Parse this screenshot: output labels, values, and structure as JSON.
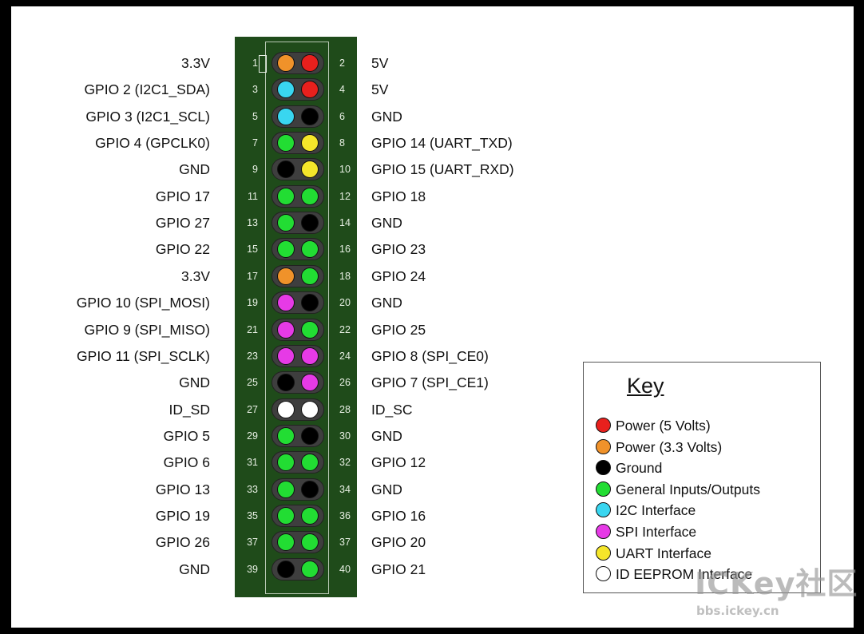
{
  "pins": [
    {
      "l_label": "3.3V",
      "l_num": "1",
      "l_color": "#f0922a",
      "r_num": "2",
      "r_color": "#e8201d",
      "r_label": "5V"
    },
    {
      "l_label": "GPIO 2 (I2C1_SDA)",
      "l_num": "3",
      "l_color": "#39d6f0",
      "r_num": "4",
      "r_color": "#e8201d",
      "r_label": "5V"
    },
    {
      "l_label": "GPIO 3 (I2C1_SCL)",
      "l_num": "5",
      "l_color": "#39d6f0",
      "r_num": "6",
      "r_color": "#000000",
      "r_label": "GND"
    },
    {
      "l_label": "GPIO 4 (GPCLK0)",
      "l_num": "7",
      "l_color": "#22dd33",
      "r_num": "8",
      "r_color": "#f5e62a",
      "r_label": "GPIO 14 (UART_TXD)"
    },
    {
      "l_label": "GND",
      "l_num": "9",
      "l_color": "#000000",
      "r_num": "10",
      "r_color": "#f5e62a",
      "r_label": "GPIO 15 (UART_RXD)"
    },
    {
      "l_label": "GPIO 17",
      "l_num": "11",
      "l_color": "#22dd33",
      "r_num": "12",
      "r_color": "#22dd33",
      "r_label": "GPIO 18"
    },
    {
      "l_label": "GPIO 27",
      "l_num": "13",
      "l_color": "#22dd33",
      "r_num": "14",
      "r_color": "#000000",
      "r_label": "GND"
    },
    {
      "l_label": "GPIO 22",
      "l_num": "15",
      "l_color": "#22dd33",
      "r_num": "16",
      "r_color": "#22dd33",
      "r_label": "GPIO 23"
    },
    {
      "l_label": "3.3V",
      "l_num": "17",
      "l_color": "#f0922a",
      "r_num": "18",
      "r_color": "#22dd33",
      "r_label": "GPIO 24"
    },
    {
      "l_label": "GPIO 10 (SPI_MOSI)",
      "l_num": "19",
      "l_color": "#e63ae6",
      "r_num": "20",
      "r_color": "#000000",
      "r_label": "GND"
    },
    {
      "l_label": "GPIO 9 (SPI_MISO)",
      "l_num": "21",
      "l_color": "#e63ae6",
      "r_num": "22",
      "r_color": "#22dd33",
      "r_label": "GPIO 25"
    },
    {
      "l_label": "GPIO 11 (SPI_SCLK)",
      "l_num": "23",
      "l_color": "#e63ae6",
      "r_num": "24",
      "r_color": "#e63ae6",
      "r_label": "GPIO 8 (SPI_CE0)"
    },
    {
      "l_label": "GND",
      "l_num": "25",
      "l_color": "#000000",
      "r_num": "26",
      "r_color": "#e63ae6",
      "r_label": "GPIO 7 (SPI_CE1)"
    },
    {
      "l_label": "ID_SD",
      "l_num": "27",
      "l_color": "#ffffff",
      "r_num": "28",
      "r_color": "#ffffff",
      "r_label": "ID_SC"
    },
    {
      "l_label": "GPIO 5",
      "l_num": "29",
      "l_color": "#22dd33",
      "r_num": "30",
      "r_color": "#000000",
      "r_label": "GND"
    },
    {
      "l_label": "GPIO 6",
      "l_num": "31",
      "l_color": "#22dd33",
      "r_num": "32",
      "r_color": "#22dd33",
      "r_label": "GPIO 12"
    },
    {
      "l_label": "GPIO 13",
      "l_num": "33",
      "l_color": "#22dd33",
      "r_num": "34",
      "r_color": "#000000",
      "r_label": "GND"
    },
    {
      "l_label": "GPIO 19",
      "l_num": "35",
      "l_color": "#22dd33",
      "r_num": "36",
      "r_color": "#22dd33",
      "r_label": "GPIO 16"
    },
    {
      "l_label": "GPIO 26",
      "l_num": "37",
      "l_color": "#22dd33",
      "r_num": "37",
      "r_color": "#22dd33",
      "r_label": "GPIO 20"
    },
    {
      "l_label": "GND",
      "l_num": "39",
      "l_color": "#000000",
      "r_num": "40",
      "r_color": "#22dd33",
      "r_label": "GPIO 21"
    }
  ],
  "key": {
    "title": "Key",
    "items": [
      {
        "color": "#e8201d",
        "label": "Power (5 Volts)"
      },
      {
        "color": "#f0922a",
        "label": "Power (3.3 Volts)"
      },
      {
        "color": "#000000",
        "label": "Ground"
      },
      {
        "color": "#22dd33",
        "label": "General Inputs/Outputs"
      },
      {
        "color": "#39d6f0",
        "label": "I2C Interface"
      },
      {
        "color": "#e63ae6",
        "label": "SPI Interface"
      },
      {
        "color": "#f5e62a",
        "label": "UART Interface"
      },
      {
        "color": "#ffffff",
        "label": "ID EEPROM Interface"
      }
    ]
  },
  "watermark": {
    "main": "ICKey社区",
    "url": "bbs.ickey.cn"
  }
}
